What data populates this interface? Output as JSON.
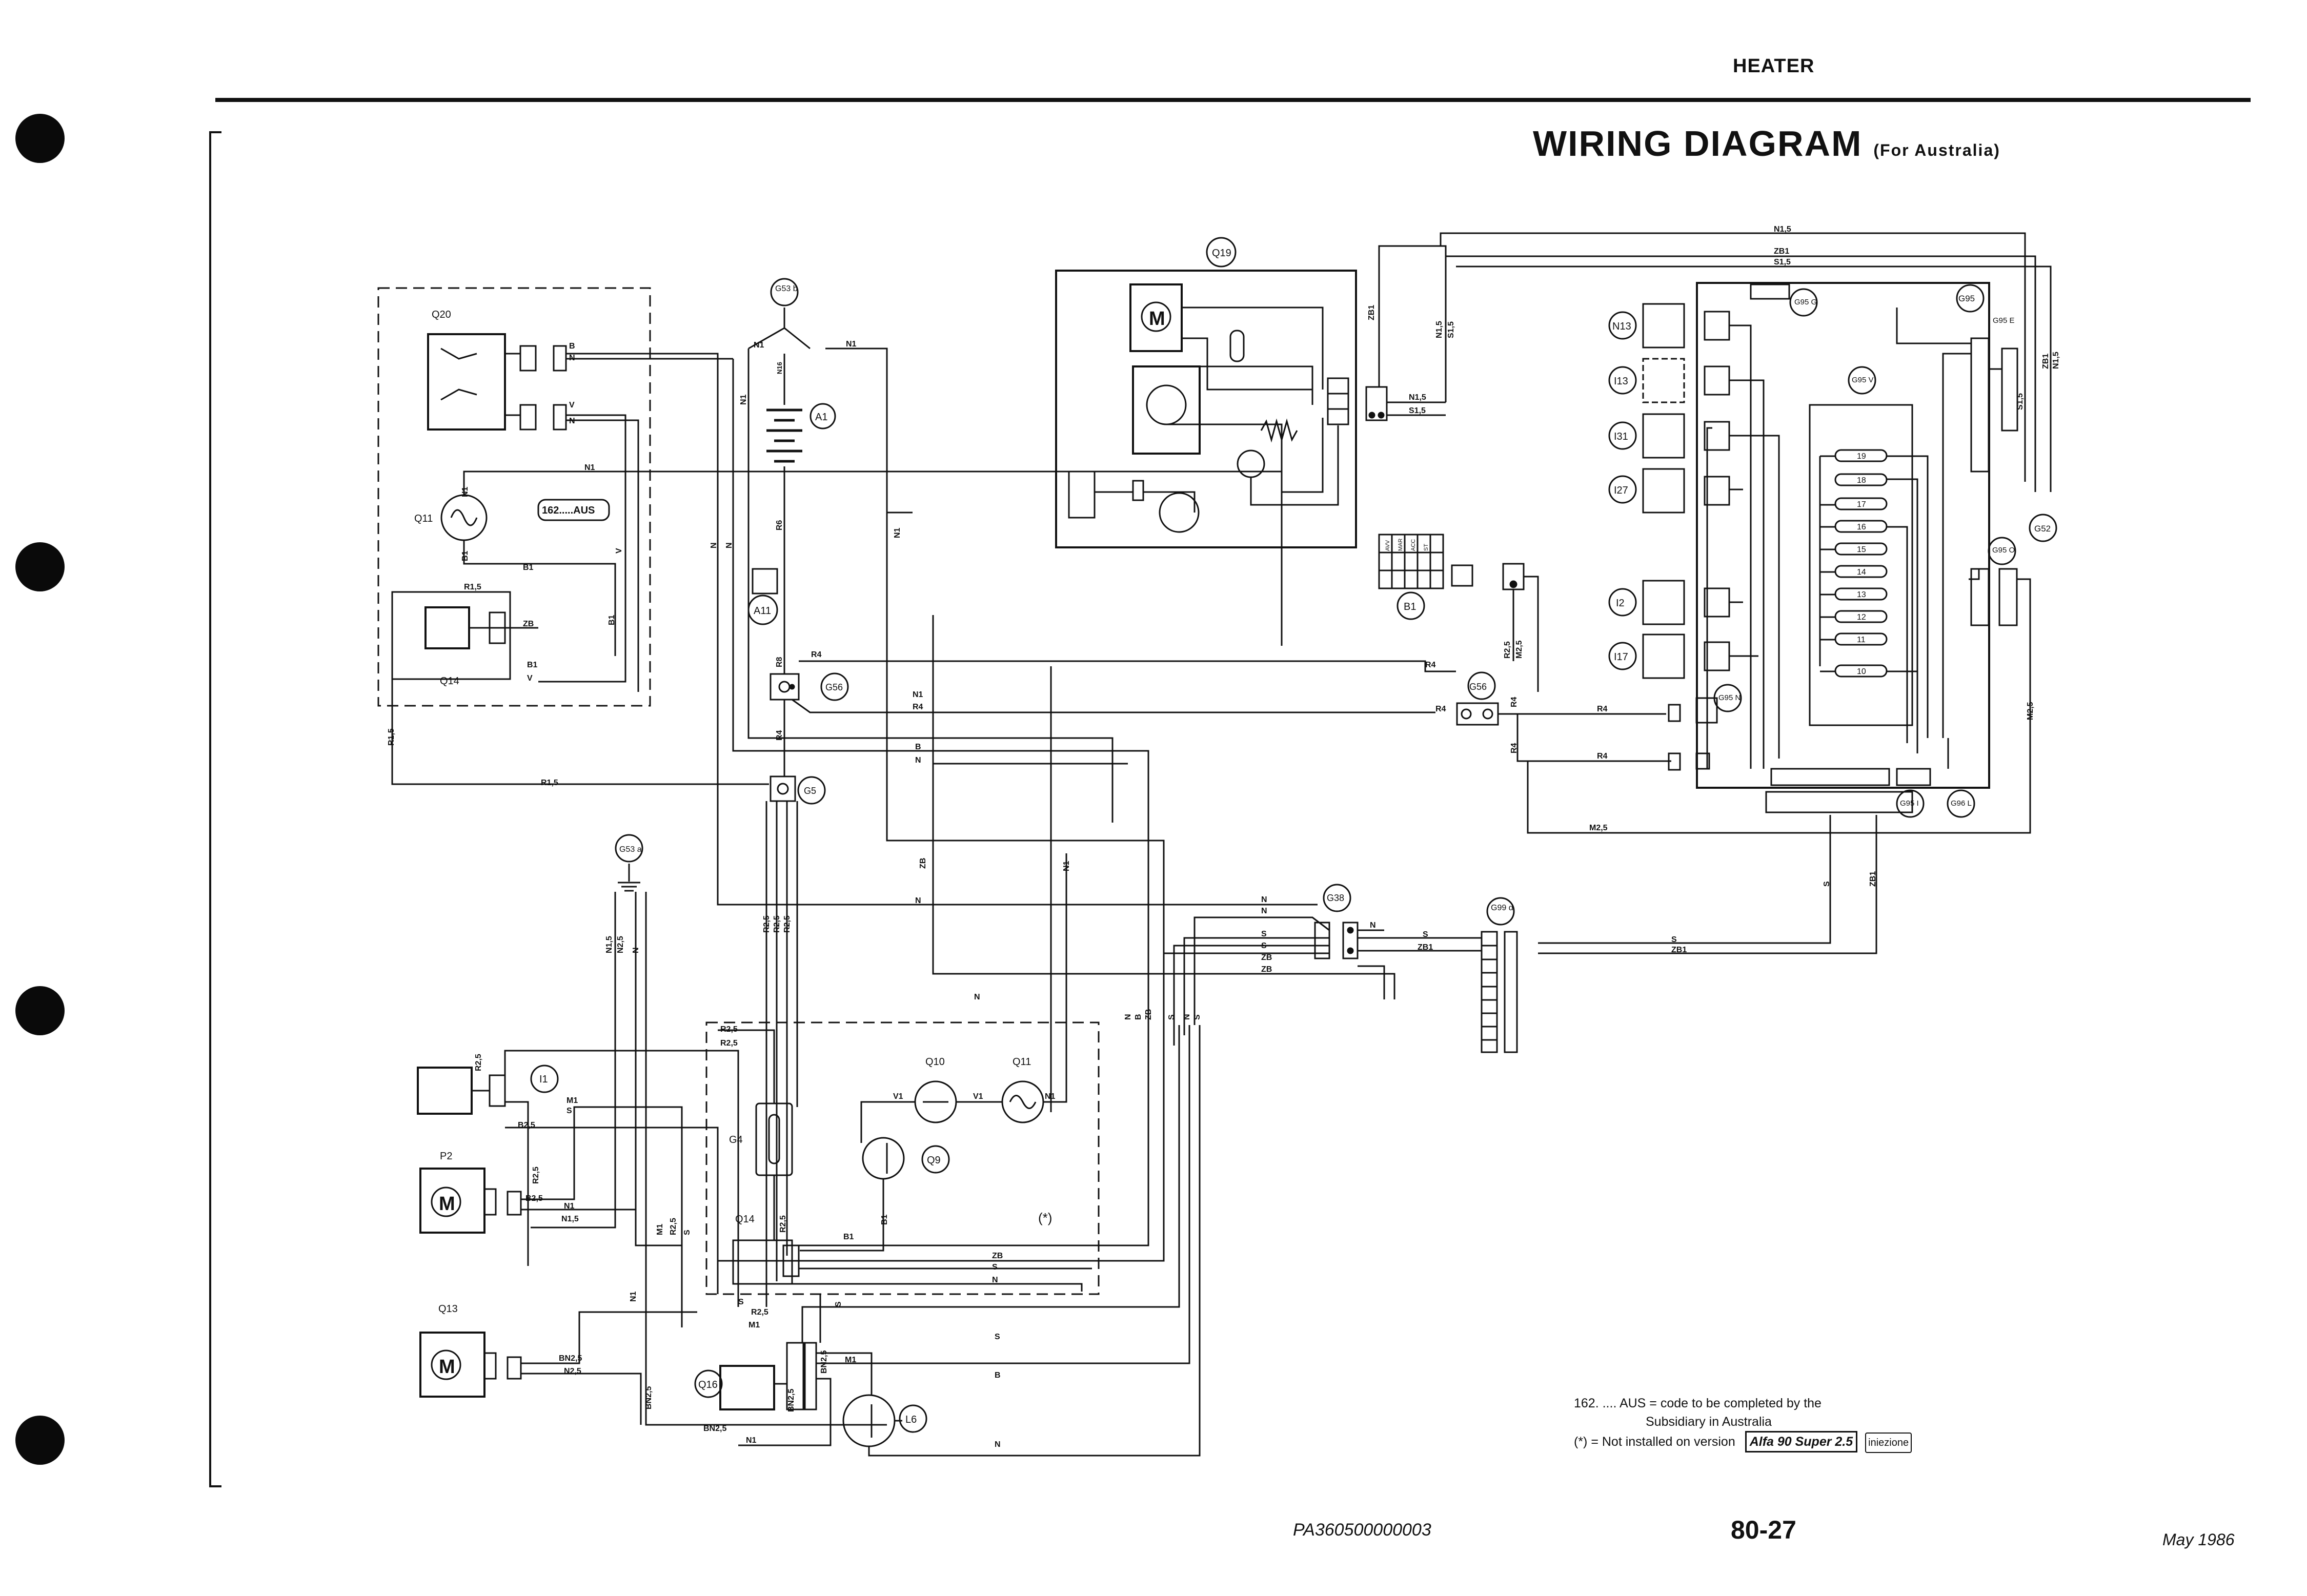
{
  "header": {
    "section": "HEATER",
    "title": "WIRING DIAGRAM",
    "subtitle": "(For Australia)"
  },
  "notes": {
    "code_line1": "162. .... AUS =  code to be completed by the",
    "code_line2": "Subsidiary in Australia",
    "star_line": "(*)  =  Not installed on version",
    "version_badge": "Alfa 90 Super 2.5",
    "injection_badge": "iniezione"
  },
  "footer": {
    "code": "PA360500000003",
    "page": "80-27",
    "date": "May 1986"
  },
  "components": {
    "Q19": "Q19",
    "Q20": "Q20",
    "Q11": "Q11",
    "Q14": "Q14",
    "AUS": "162.....AUS",
    "A1": "A1",
    "A11": "A11",
    "G53b": "G53 b",
    "G53a": "G53 a",
    "G56": "G56",
    "G5": "G5",
    "G38": "G38",
    "G99d": "G99 d",
    "B1": "B1",
    "N13": "N13",
    "I13": "I13",
    "I31": "I31",
    "I27": "I27",
    "I2": "I2",
    "I17": "I17",
    "G95": "G95",
    "G95G": "G95 G",
    "G95E": "G95 E",
    "G95V": "G95 V",
    "G95O": "G95 O",
    "G95N": "G95 N",
    "G95I": "G95 I",
    "G96L": "G96 L",
    "G52": "G52",
    "I1": "I1",
    "P2": "P2",
    "Q13": "Q13",
    "G4": "G4",
    "Q10": "Q10",
    "Q9": "Q9",
    "Q16": "Q16",
    "L6": "L6",
    "star": "(*)"
  },
  "fuses": [
    "19",
    "18",
    "17",
    "16",
    "15",
    "14",
    "13",
    "12",
    "11",
    "10"
  ],
  "switch_positions": [
    "AVV",
    "MAR",
    "ACC",
    "ST"
  ],
  "wire_labels": {
    "N15": "N1,5",
    "ZB1": "ZB1",
    "S15": "S1,5",
    "N1": "N1",
    "B1": "B1",
    "R15": "R1,5",
    "ZB": "ZB",
    "V": "V",
    "B": "B",
    "N": "N",
    "R4": "R4",
    "R6": "R6",
    "R25": "R2,5",
    "B25": "B2,5",
    "M1": "M1",
    "S": "S",
    "V1": "V1",
    "BN25": "BN2,5",
    "N25": "N2,5",
    "M25": "M2,5",
    "N16": "N16",
    "R8": "R8"
  },
  "colors": {
    "ink": "#111111",
    "paper": "#ffffff"
  }
}
